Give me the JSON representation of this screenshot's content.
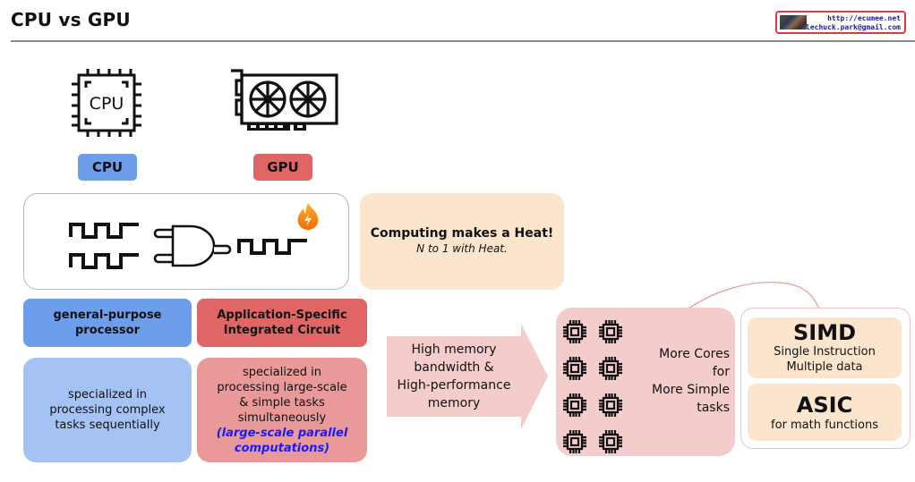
{
  "header": {
    "title": "CPU vs GPU",
    "credit": {
      "url": "http://ecumee.net",
      "email": "lechuck.park@gmail.com"
    }
  },
  "icons": {
    "cpu_chip_label": "CPU"
  },
  "labels": {
    "cpu": {
      "text": "CPU",
      "color": "#6d9eeb"
    },
    "gpu": {
      "text": "GPU",
      "color": "#e06666"
    }
  },
  "heat_box": {
    "title": "Computing makes a Heat!",
    "subtitle": "N to 1 with Heat."
  },
  "cpu_column": {
    "type_label_lines": [
      "general-purpose",
      "processor"
    ],
    "description_lines": [
      "specialized in",
      "processing complex",
      "tasks sequentially"
    ]
  },
  "gpu_column": {
    "type_label_lines": [
      "Application-Specific",
      "Integrated Circuit"
    ],
    "description_lines": [
      "specialized in",
      "processing large-scale",
      "& simple tasks",
      "simultaneously"
    ],
    "highlight_lines": [
      "(large-scale parallel",
      "computations)"
    ]
  },
  "arrow": {
    "lines": [
      "High memory",
      "bandwidth &",
      "High-performance",
      "memory"
    ]
  },
  "cores_box": {
    "core_count": 8,
    "lines": [
      "More Cores",
      "for",
      "More Simple",
      "tasks"
    ]
  },
  "features": [
    {
      "title": "SIMD",
      "lines": [
        "Single Instruction",
        "Multiple data"
      ]
    },
    {
      "title": "ASIC",
      "lines": [
        "for math functions"
      ]
    }
  ]
}
